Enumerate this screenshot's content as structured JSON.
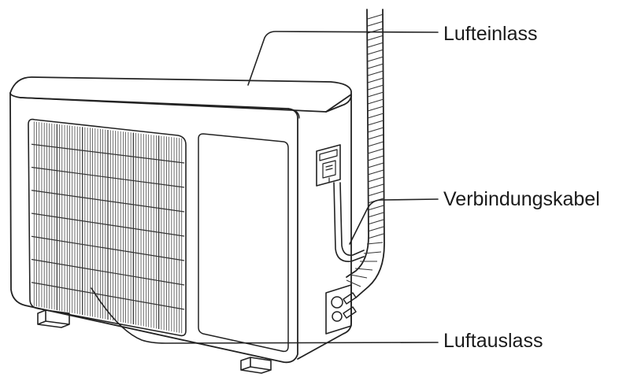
{
  "labels": {
    "air_inlet": "Lufteinlass",
    "connecting_cable": "Verbindungskabel",
    "air_outlet": "Luftauslass"
  },
  "colors": {
    "line": "#222222",
    "background": "#ffffff",
    "grille": "#333333"
  }
}
